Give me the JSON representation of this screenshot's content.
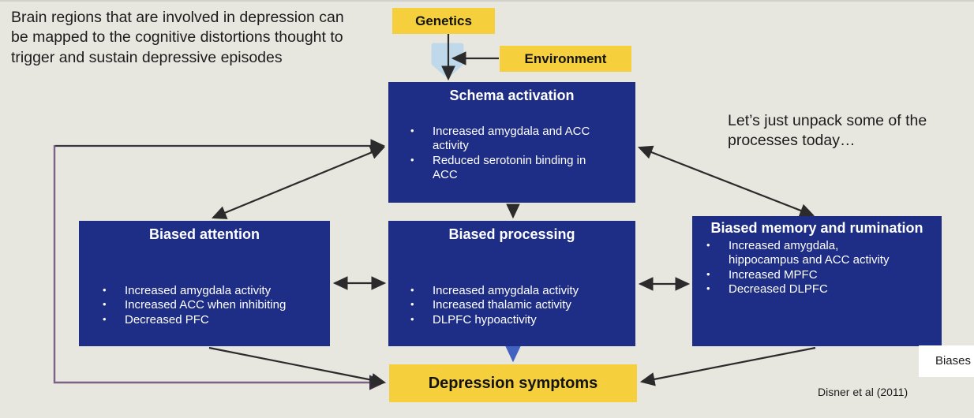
{
  "slide": {
    "intro_text": "Brain regions that are involved in depression can be mapped to the cognitive distortions thought to trigger and sustain depressive episodes",
    "aside_text": "Let’s just unpack some of the processes today…",
    "corner_label": "Biases",
    "citation": "Disner et al (2011)"
  },
  "nodes": {
    "genetics": {
      "label": "Genetics"
    },
    "environment": {
      "label": "Environment"
    },
    "schema": {
      "title": "Schema activation",
      "bullets": [
        "Increased amygdala and ACC activity",
        "Reduced serotonin binding in ACC"
      ]
    },
    "attention": {
      "title": "Biased attention",
      "bullets": [
        "Increased amygdala activity",
        "Increased ACC when inhibiting",
        "Decreased PFC"
      ]
    },
    "processing": {
      "title": "Biased processing",
      "bullets": [
        "Increased amygdala activity",
        "Increased thalamic activity",
        "DLPFC hypoactivity"
      ]
    },
    "memory": {
      "title": "Biased memory and rumination",
      "bullets": [
        "Increased amygdala, hippocampus and ACC activity",
        "Increased MPFC",
        "Decreased DLPFC"
      ]
    },
    "symptoms": {
      "label": "Depression symptoms"
    }
  },
  "colors": {
    "background": "#e8e7df",
    "node_navy": "#1e2d85",
    "node_yellow": "#f5d03c",
    "arrow_black": "#2b2b2b",
    "arrow_purple": "#7c6383",
    "arrow_blue": "#4262c2",
    "shield_blue": "#bfd9ea"
  }
}
